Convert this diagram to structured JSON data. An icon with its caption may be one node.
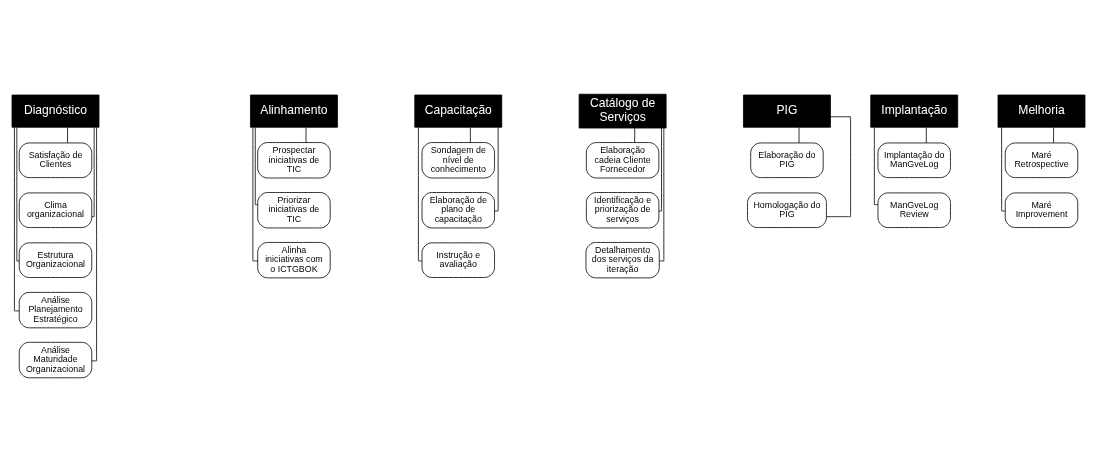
{
  "diagram": {
    "nodes": [
      {
        "text": [
          "Diagnóstico"
        ]
      },
      {
        "text": [
          "Satisfação de Clientes"
        ]
      },
      {
        "text": [
          "Clima organizacional"
        ]
      },
      {
        "text": [
          "Estrutura Organizacional"
        ]
      },
      {
        "text": [
          "Análise Planejamento Estratégico"
        ]
      },
      {
        "text": [
          "Análise Maturidade Organizacional"
        ]
      },
      {
        "text": [
          "Alinhamento"
        ]
      },
      {
        "text": [
          "Prospectar iniciativas de TIC"
        ]
      },
      {
        "text": [
          "Priorizar iniciativas de TIC"
        ]
      },
      {
        "text": [
          "Alinha iniciativas com o ICTGBOK"
        ]
      },
      {
        "text": [
          "Capacitação"
        ]
      },
      {
        "text": [
          "Sondagem de nível de conhecimento"
        ]
      },
      {
        "text": [
          "Elaboração de plano de capacitação"
        ]
      },
      {
        "text": [
          "Instrução e avaliação"
        ]
      },
      {
        "text": [
          "Catálogo de Serviços"
        ]
      },
      {
        "text": [
          "Elaboração cadeia Cliente Fornecedor"
        ]
      },
      {
        "text": [
          "Identificação e priorização de serviços"
        ]
      },
      {
        "text": [
          "Detalhamento dos serviços da iteração"
        ]
      },
      {
        "text": [
          "PIG"
        ]
      },
      {
        "text": [
          "Elaboração do PIG"
        ]
      },
      {
        "text": [
          "Homologação do PIG"
        ]
      },
      {
        "text": [
          "Implantação"
        ]
      },
      {
        "text": [
          "Implantação do ManGveLog"
        ]
      },
      {
        "text": [
          "ManGveLog Review"
        ]
      },
      {
        "text": [
          "Melhoria"
        ]
      },
      {
        "text": [
          "Maré Retrospective"
        ]
      },
      {
        "text": [
          "Maré Improvement"
        ]
      }
    ],
    "edges": [
      {
        "from": 0,
        "to": 1,
        "arrow": "none"
      },
      {
        "from": 0,
        "to": 2,
        "arrow": "none"
      },
      {
        "from": 0,
        "to": 3,
        "arrow": "none"
      },
      {
        "from": 0,
        "to": 4,
        "arrow": "none"
      },
      {
        "from": 0,
        "to": 5,
        "arrow": "none"
      },
      {
        "from": 6,
        "to": 7,
        "arrow": "none"
      },
      {
        "from": 6,
        "to": 8,
        "arrow": "none"
      },
      {
        "from": 6,
        "to": 9,
        "arrow": "none"
      },
      {
        "from": 10,
        "to": 11,
        "arrow": "none"
      },
      {
        "from": 10,
        "to": 12,
        "arrow": "none"
      },
      {
        "from": 10,
        "to": 13,
        "arrow": "none"
      },
      {
        "from": 14,
        "to": 15,
        "arrow": "none"
      },
      {
        "from": 14,
        "to": 16,
        "arrow": "none"
      },
      {
        "from": 14,
        "to": 17,
        "arrow": "none"
      },
      {
        "from": 18,
        "to": 19,
        "arrow": "none"
      },
      {
        "from": 18,
        "to": 20,
        "arrow": "none"
      },
      {
        "from": 21,
        "to": 22,
        "arrow": "none"
      },
      {
        "from": 21,
        "to": 23,
        "arrow": "none"
      },
      {
        "from": 24,
        "to": 25,
        "arrow": "none"
      },
      {
        "from": 24,
        "to": 26,
        "arrow": "none"
      }
    ]
  }
}
